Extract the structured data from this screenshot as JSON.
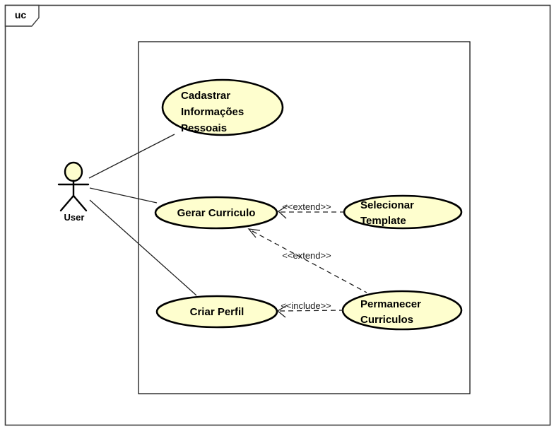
{
  "frame": {
    "tag": "uc"
  },
  "actor": {
    "name": "User"
  },
  "colors": {
    "node_fill": "#FEFECE",
    "node_stroke": "#000000",
    "background": "#FFFFFF"
  },
  "use_cases": {
    "cadastrar": {
      "lines": [
        "Cadastrar",
        "Informações",
        "Pessoais"
      ]
    },
    "gerar": {
      "label": "Gerar Curriculo"
    },
    "selecionar": {
      "lines": [
        "Selecionar",
        "Template"
      ]
    },
    "criar": {
      "label": "Criar Perfil"
    },
    "permanecer": {
      "lines": [
        "Permanecer",
        "Curriculos"
      ]
    }
  },
  "relationships": {
    "extend_selecionar_to_gerar": {
      "label": "<<extend>>",
      "from": "Selecionar Template",
      "to": "Gerar Curriculo"
    },
    "extend_permanecer_to_gerar": {
      "label": "<<extend>>",
      "from": "Permanecer Curriculos",
      "to": "Gerar Curriculo"
    },
    "include_permanecer_to_criar": {
      "label": "<<include>>",
      "from": "Permanecer Curriculos",
      "to": "Criar Perfil"
    }
  },
  "associations": [
    {
      "from": "User",
      "to": "Cadastrar Informações Pessoais"
    },
    {
      "from": "User",
      "to": "Gerar Curriculo"
    },
    {
      "from": "User",
      "to": "Criar Perfil"
    }
  ]
}
